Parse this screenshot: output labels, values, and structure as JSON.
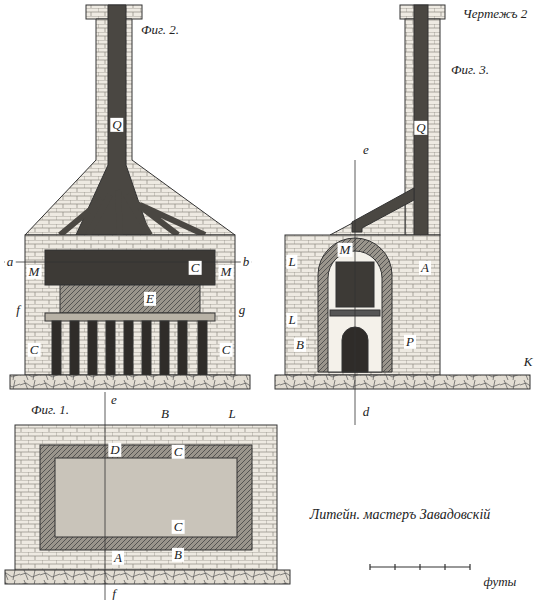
{
  "diagram": {
    "title": "Чертежъ 2",
    "labels": [
      "Фиг. 2.",
      "Фиг. 3.",
      "Фиг. 1.",
      "Q",
      "C",
      "E",
      "a",
      "b",
      "M",
      "M",
      "f",
      "g",
      "C",
      "C",
      "Q",
      "e",
      "L",
      "L",
      "M",
      "A",
      "B",
      "P",
      "K",
      "d",
      "e",
      "L",
      "B",
      "D",
      "C",
      "C",
      "B",
      "A",
      "f",
      "Литейн. мастеръ Завадовскій",
      "футы"
    ]
  }
}
